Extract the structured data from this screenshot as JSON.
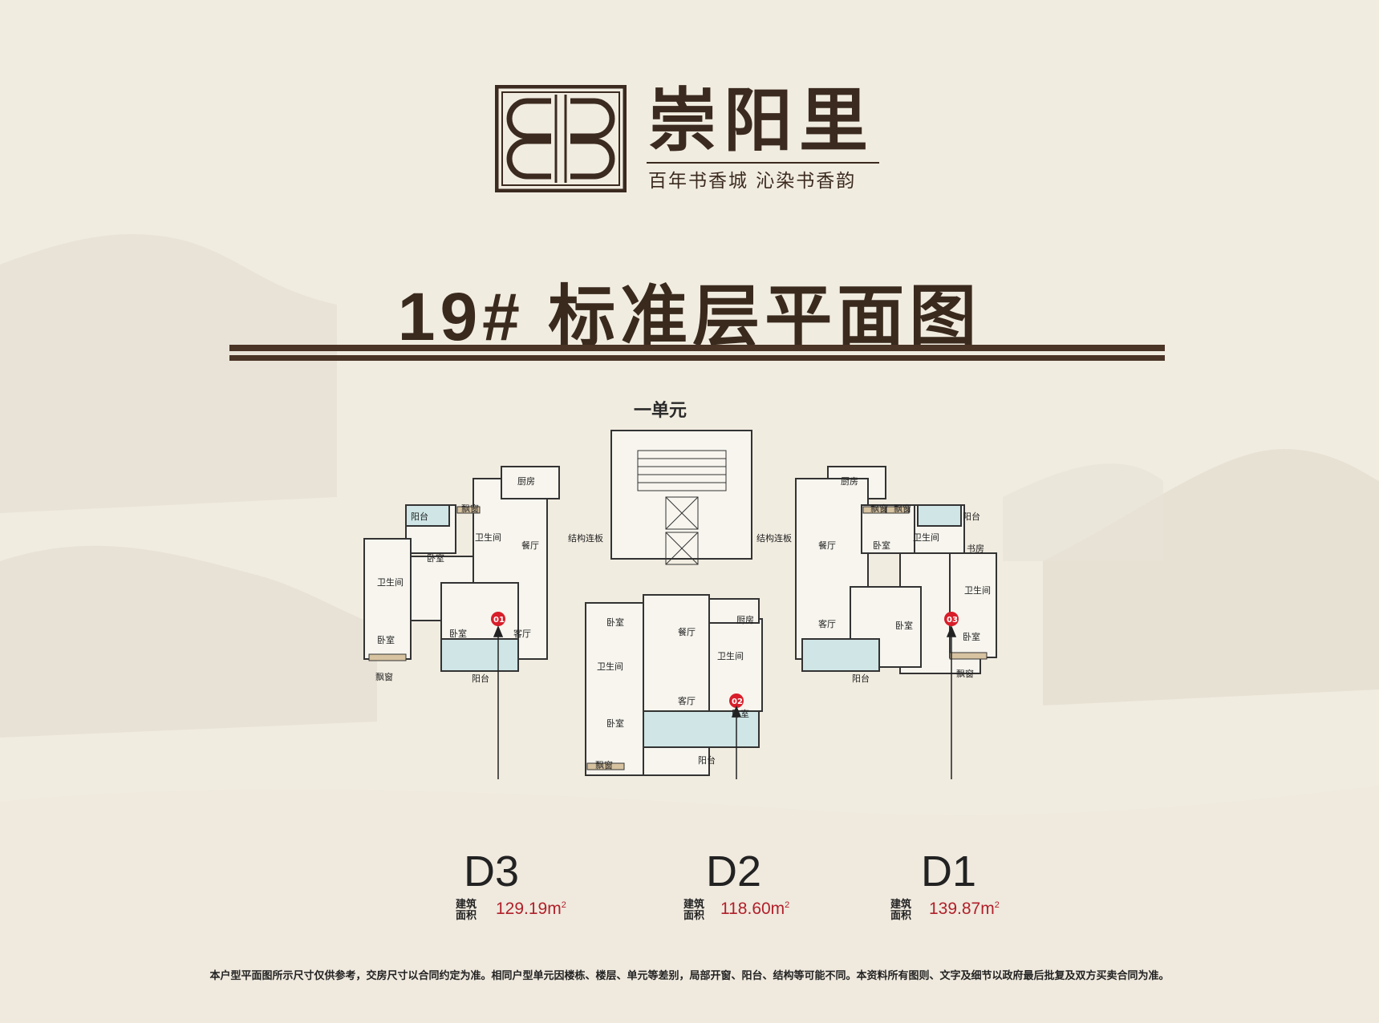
{
  "brand": {
    "name": "崇阳里",
    "slogan": "百年书香城  沁染书香韵"
  },
  "title": "19# 标准层平面图",
  "unit_label": "一单元",
  "rooms": {
    "balcony": "阳台",
    "bay_window": "飘窗",
    "bathroom": "卫生间",
    "bedroom": "卧室",
    "kitchen": "厨房",
    "dining": "餐厅",
    "living": "客厅",
    "study": "书房",
    "connector": "结构连板"
  },
  "markers": [
    "01",
    "02",
    "03"
  ],
  "units": [
    {
      "code": "D3",
      "area_label_1": "建筑",
      "area_label_2": "面积",
      "area": "129.19m",
      "sup": "2"
    },
    {
      "code": "D2",
      "area_label_1": "建筑",
      "area_label_2": "面积",
      "area": "118.60m",
      "sup": "2"
    },
    {
      "code": "D1",
      "area_label_1": "建筑",
      "area_label_2": "面积",
      "area": "139.87m",
      "sup": "2"
    }
  ],
  "disclaimer": "本户型平面图所示尺寸仅供参考，交房尺寸以合同约定为准。相同户型单元因楼栋、楼层、单元等差别，局部开窗、阳台、结构等可能不同。本资料所有图则、文字及细节以政府最后批复及双方买卖合同为准。"
}
